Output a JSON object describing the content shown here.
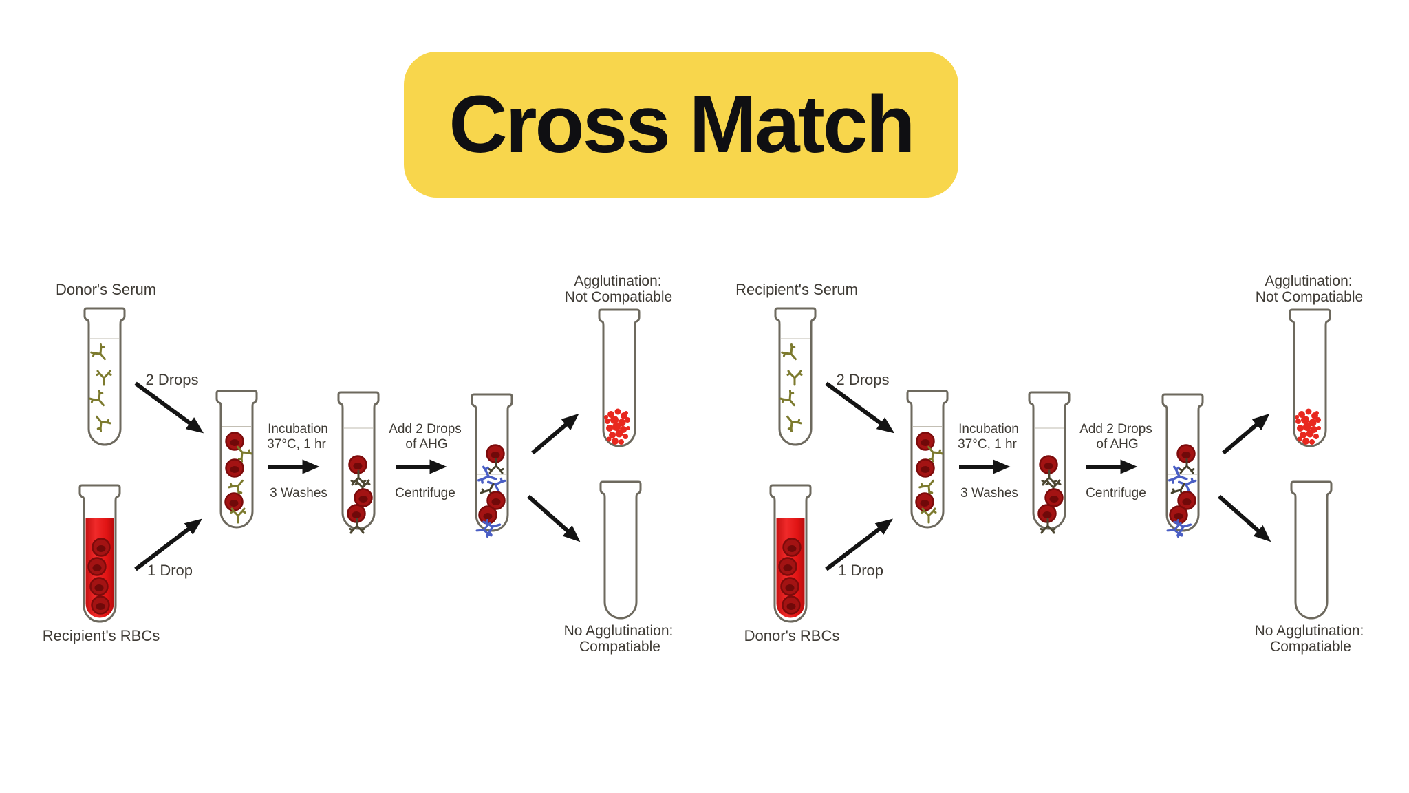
{
  "title": {
    "text": "Cross Match"
  },
  "colors": {
    "title_background": "#F8D64C",
    "title_text": "#0F0F12",
    "label_text": "#3F3B35",
    "tube_outline": "#6D695E",
    "arrow": "#141414",
    "rbc_red": "#A31313",
    "blood_red": "#E01414",
    "antibody_olive": "#7C7A2E",
    "antibody_dark": "#4C4731",
    "ahg_blue": "#4A5EC4",
    "agglutinate_red": "#E8281F"
  },
  "flows": [
    {
      "serum_label": "Donor's Serum",
      "serum_drops_label": "2 Drops",
      "rbc_label": "Recipient's RBCs",
      "rbc_drop_label": "1 Drop",
      "incubation_line1": "Incubation",
      "incubation_line2": "37°C, 1 hr",
      "washes_label": "3 Washes",
      "ahg_line1": "Add 2 Drops",
      "ahg_line2": "of AHG",
      "centrifuge_label": "Centrifuge",
      "positive_line1": "Agglutination:",
      "positive_line2": "Not Compatiable",
      "negative_line1": "No Agglutination:",
      "negative_line2": "Compatiable"
    },
    {
      "serum_label": "Recipient's Serum",
      "serum_drops_label": "2 Drops",
      "rbc_label": "Donor's RBCs",
      "rbc_drop_label": "1 Drop",
      "incubation_line1": "Incubation",
      "incubation_line2": "37°C, 1 hr",
      "washes_label": "3 Washes",
      "ahg_line1": "Add 2 Drops",
      "ahg_line2": "of AHG",
      "centrifuge_label": "Centrifuge",
      "positive_line1": "Agglutination:",
      "positive_line2": "Not Compatiable",
      "negative_line1": "No Agglutination:",
      "negative_line2": "Compatiable"
    }
  ]
}
